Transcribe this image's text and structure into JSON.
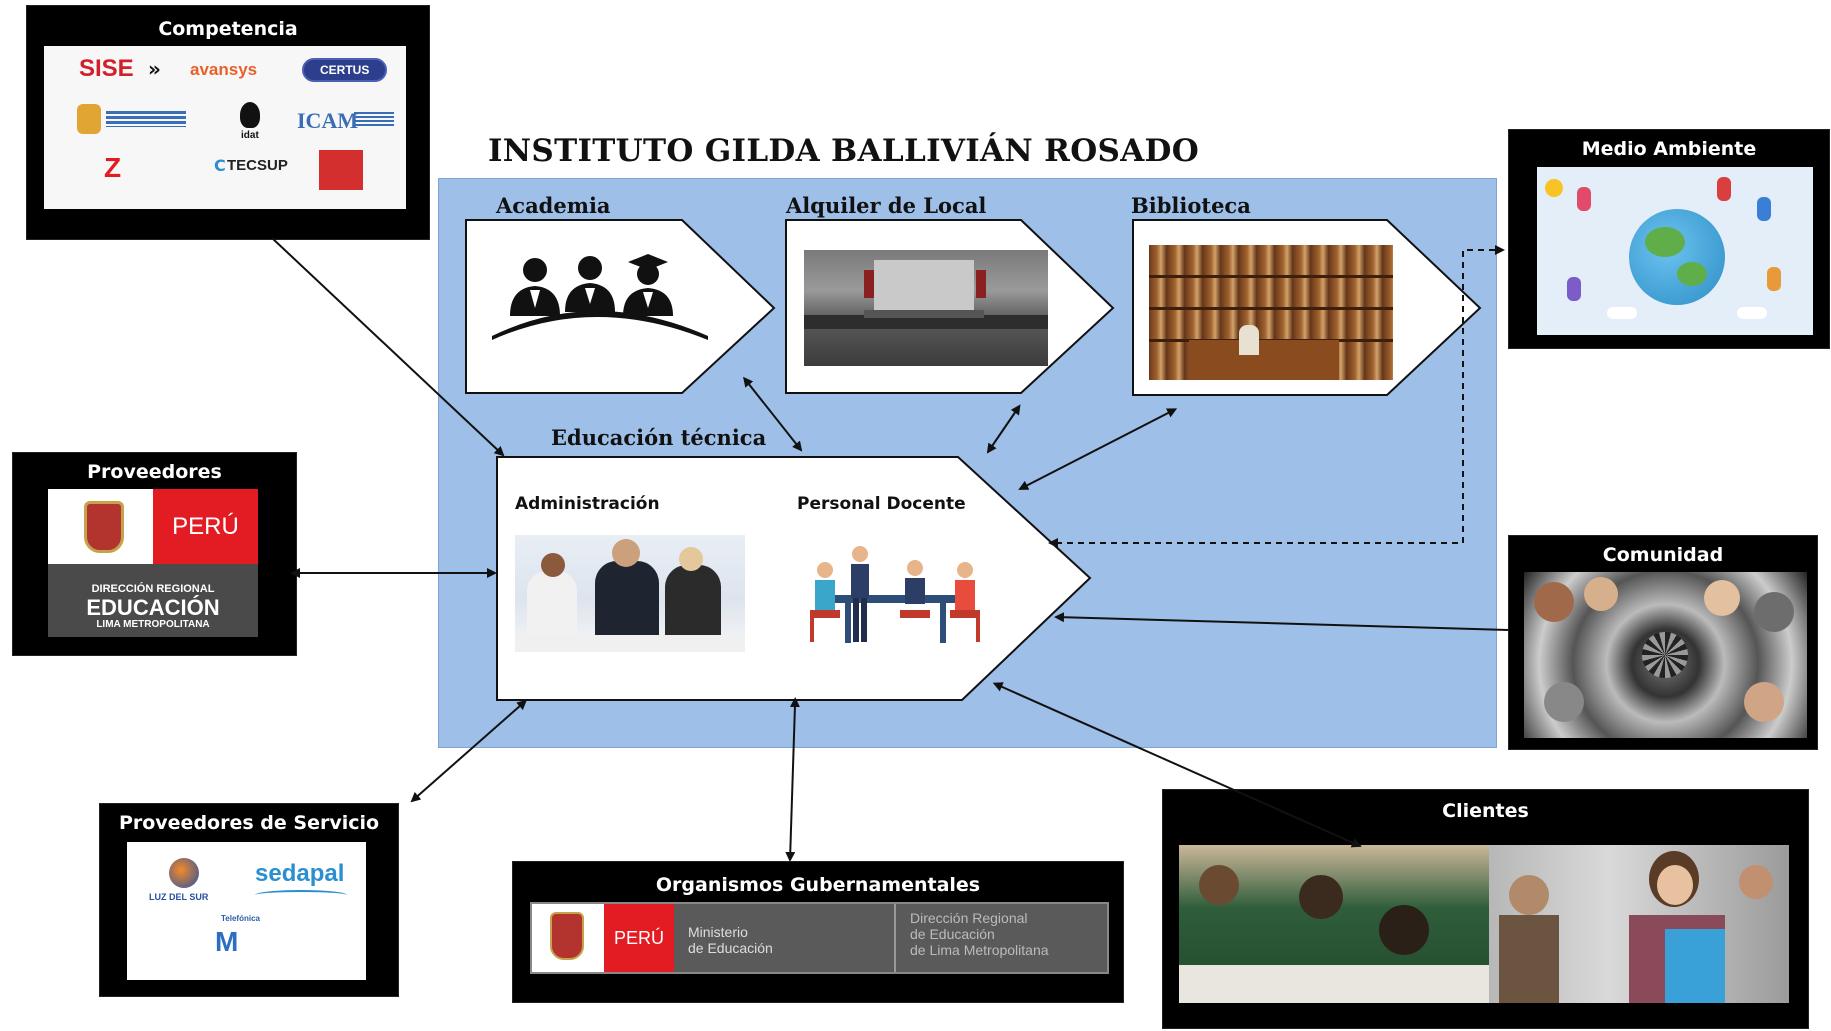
{
  "title": "INSTITUTO GILDA BALLIVIÁN ROSADO",
  "sections": {
    "academia": "Academia",
    "alquiler": "Alquiler de Local",
    "biblioteca": "Biblioteca",
    "educacion": "Educación técnica",
    "administracion": "Administración",
    "docente": "Personal Docente"
  },
  "boxes": {
    "competencia": "Competencia",
    "medio_ambiente": "Medio Ambiente",
    "proveedores": "Proveedores",
    "comunidad": "Comunidad",
    "proveedores_servicio": "Proveedores de Servicio",
    "organismos": "Organismos Gubernamentales",
    "clientes": "Clientes"
  },
  "competencia_logos": {
    "sise": "SISE",
    "avansys": "avansys",
    "certus": "CERTUS",
    "idat": "idat",
    "icam": "ICAM",
    "tecsup": "TECSUP"
  },
  "proveedores_logo": {
    "peru": "PERÚ",
    "line1": "DIRECCIÓN REGIONAL",
    "line2": "EDUCACIÓN",
    "line3": "LIMA METROPOLITANA"
  },
  "servicio_logos": {
    "luz": "LUZ DEL SUR",
    "sedapal": "sedapal",
    "telefonica": "Telefónica",
    "movistar": "M"
  },
  "organismos_logo": {
    "peru": "PERÚ",
    "ministerio_1": "Ministerio",
    "ministerio_2": "de Educación",
    "dir_1": "Dirección Regional",
    "dir_2": "de Educación",
    "dir_3": "de Lima Metropolitana"
  },
  "colors": {
    "blue_panel": "#9cbde6",
    "black_box": "#000000",
    "peru_red": "#e31b23"
  }
}
